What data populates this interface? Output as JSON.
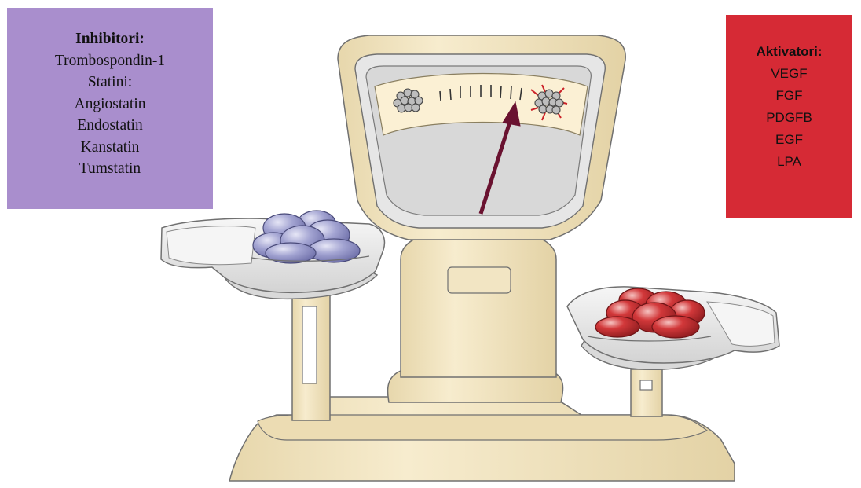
{
  "colors": {
    "inhibitors_bg": "#a98ecd",
    "activators_bg": "#d62a35",
    "scale_body": "#f0e3bf",
    "scale_outline": "#6b6b6b",
    "pan_metal": "#e9e9e9",
    "dial_face": "#fbf0d4",
    "needle": "#6a1230",
    "inhibitor_balls": "#9a9bc9",
    "activator_balls": "#cc2e32"
  },
  "inhibitors": {
    "title": "Inhibitori:",
    "items": [
      "Trombospondin-1",
      "Statini:",
      "Angiostatin",
      "Endostatin",
      "Kanstatin",
      "Tumstatin"
    ]
  },
  "activators": {
    "title": "Aktivatori:",
    "items": [
      "VEGF",
      "FGF",
      "PDGFB",
      "EGF",
      "LPA"
    ]
  },
  "scale": {
    "tipped_toward": "activators",
    "left_pan": "inhibitors",
    "right_pan": "activators"
  }
}
